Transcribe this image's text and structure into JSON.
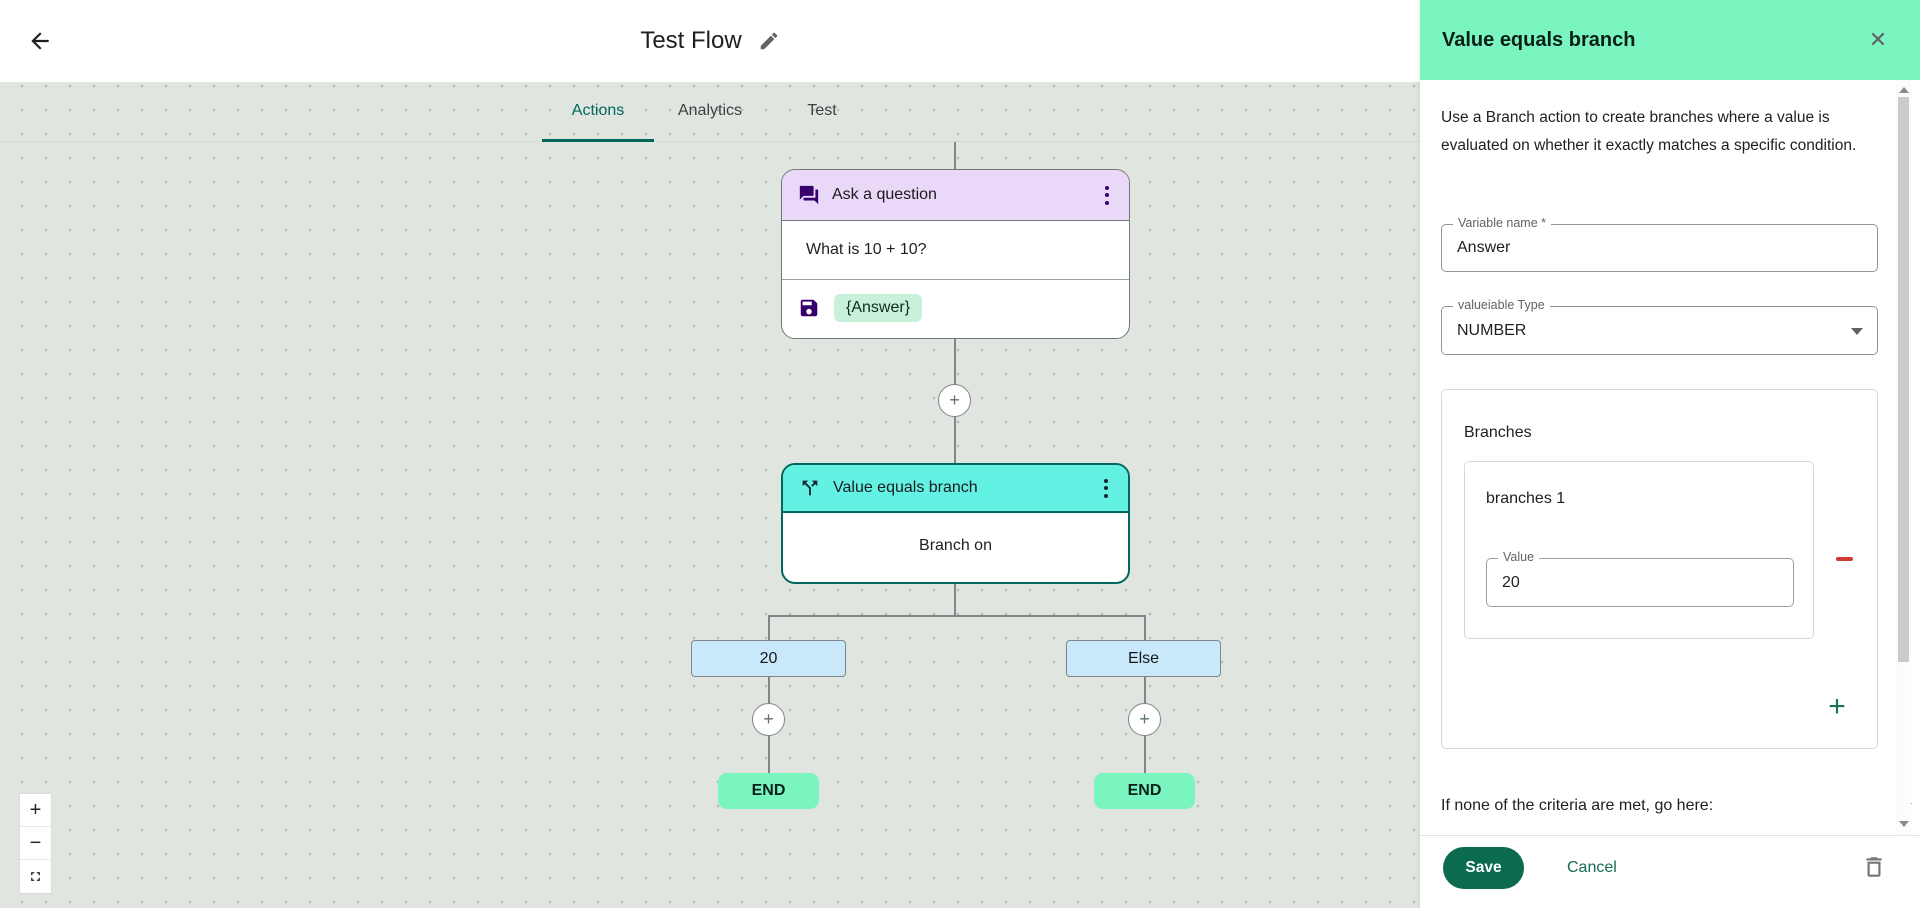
{
  "topbar": {
    "title": "Test Flow"
  },
  "tabs": [
    {
      "label": "Actions",
      "active": true
    },
    {
      "label": "Analytics",
      "active": false
    },
    {
      "label": "Test",
      "active": false
    }
  ],
  "canvas": {
    "plus_glyph": "+",
    "ask_node": {
      "title": "Ask a question",
      "question": "What is 10 + 10?",
      "variable_chip": "{Answer}"
    },
    "branch_node": {
      "title": "Value equals branch",
      "body": "Branch on"
    },
    "branch_labels": [
      {
        "label": "20"
      },
      {
        "label": "Else"
      }
    ],
    "end_labels": [
      {
        "label": "END"
      },
      {
        "label": "END"
      }
    ],
    "zoom_controls": {
      "zoom_in": "+",
      "zoom_out": "−"
    }
  },
  "panel": {
    "title": "Value equals branch",
    "close_glyph": "✕",
    "description": "Use a Branch action to create branches where a value is evaluated on whether it exactly matches a specific condition.",
    "variable_name": {
      "label": "Variable name *",
      "value": "Answer"
    },
    "variable_type": {
      "label": "valueiable Type",
      "value": "NUMBER"
    },
    "branches": {
      "title": "Branches",
      "items": [
        {
          "name": "branches 1",
          "value_label": "Value",
          "value": "20"
        }
      ],
      "add_glyph": "+"
    },
    "fallback_text": "If none of the criteria are met, go here:",
    "save_label": "Save",
    "cancel_label": "Cancel"
  },
  "colors": {
    "accent_green": "#0a6b50",
    "active_tab_green": "#00695c",
    "panel_header_green": "#7af5c0",
    "node_selected_teal": "#00675c",
    "branch_header_teal": "#62f1e3",
    "question_header_purple": "#e9d8f8",
    "icon_purple": "#38006b",
    "answer_chip_green": "#c8f1d9",
    "branch_label_blue": "#c9e9fb",
    "end_node_green": "#7af5c0",
    "remove_red": "#d33a2f",
    "canvas_background": "#e0e5df"
  }
}
